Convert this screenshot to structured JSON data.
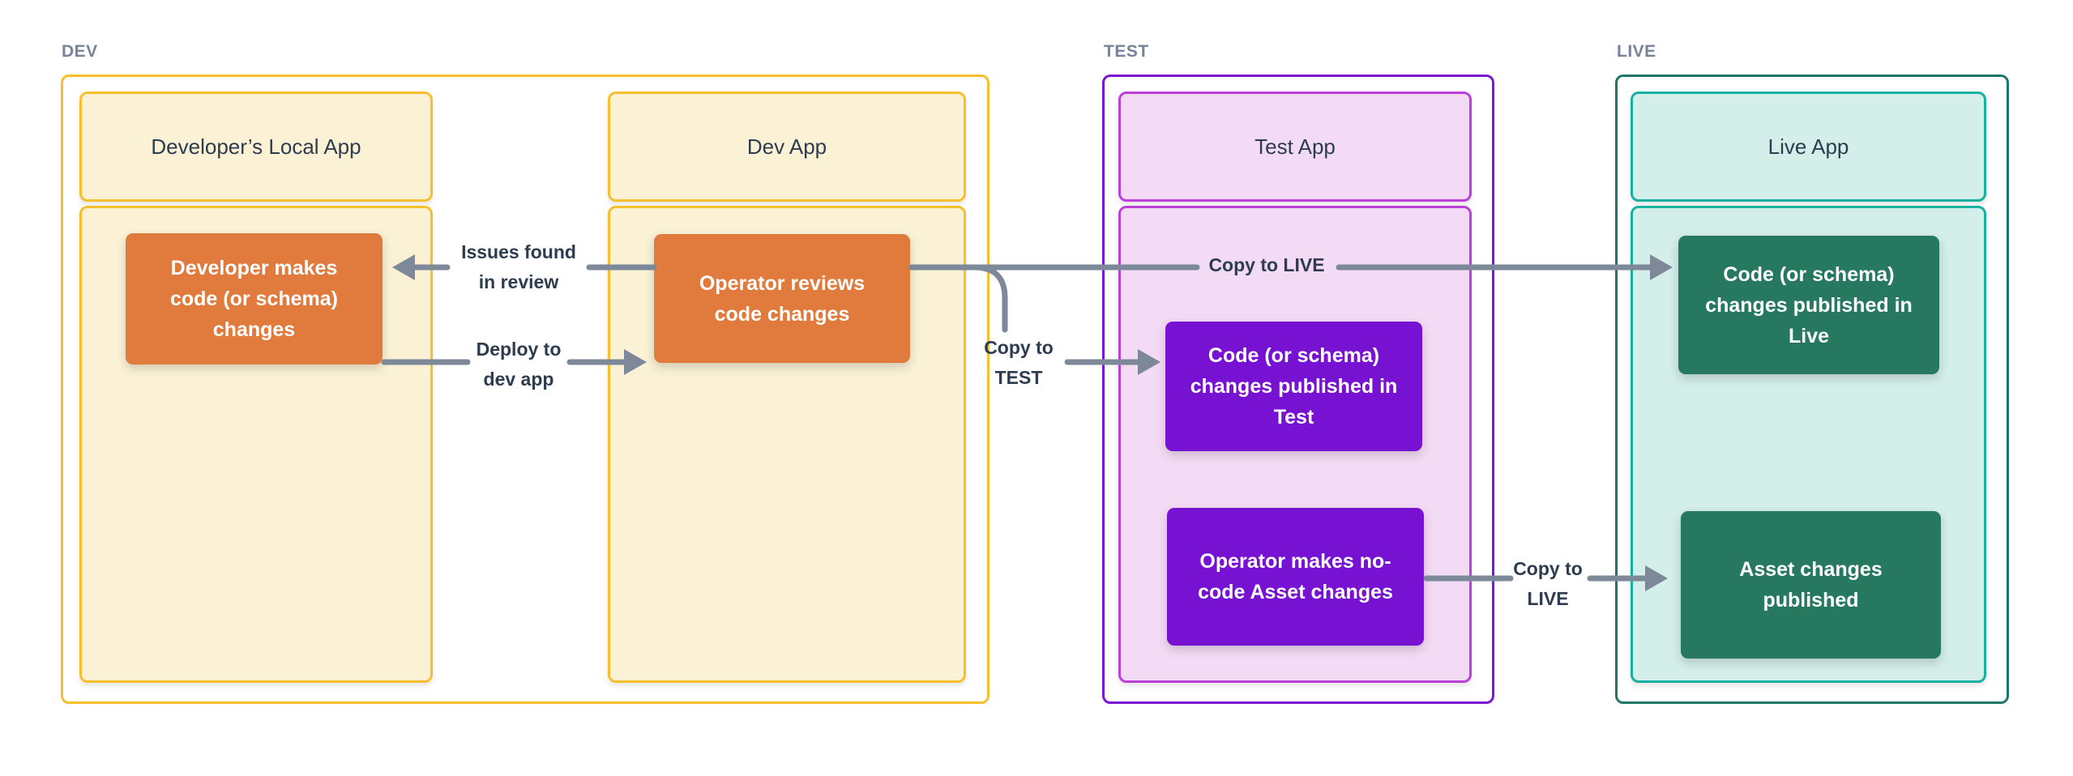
{
  "colors": {
    "yellow": "#F6BF2B",
    "cream": "#FBF2D5",
    "orange": "#E07B3D",
    "purple_group": "#7B16D4",
    "magenta": "#BC3FD9",
    "lavender": "#F4DBF5",
    "violet": "#7712D2",
    "teal_group": "#20756A",
    "teal": "#17B1A2",
    "mint": "#D4EEE9",
    "green": "#26795F",
    "arrow_gray": "#7D8998",
    "text_navy": "#2E3C50",
    "label_gray": "#77839B"
  },
  "groups": {
    "dev": {
      "label": "DEV"
    },
    "test": {
      "label": "TEST"
    },
    "live": {
      "label": "LIVE"
    }
  },
  "containers": {
    "local_app": {
      "title": "Developer’s Local App"
    },
    "dev_app": {
      "title": "Dev App"
    },
    "test_app": {
      "title": "Test App"
    },
    "live_app": {
      "title": "Live App"
    }
  },
  "nodes": {
    "dev_changes": {
      "lines": [
        "Developer makes",
        "code (or schema)",
        "changes"
      ]
    },
    "operator_reviews": {
      "lines": [
        "Operator reviews",
        "code changes"
      ]
    },
    "published_test": {
      "lines": [
        "Code (or schema)",
        "changes published in",
        "Test"
      ]
    },
    "asset_changes": {
      "lines": [
        "Operator makes no-",
        "code Asset changes"
      ]
    },
    "published_live": {
      "lines": [
        "Code (or schema)",
        "changes published in",
        "Live"
      ]
    },
    "asset_published": {
      "lines": [
        "Asset changes",
        "published"
      ]
    }
  },
  "edge_labels": {
    "issues": {
      "lines": [
        "Issues found",
        "in review"
      ]
    },
    "deploy": {
      "lines": [
        "Deploy to",
        "dev app"
      ]
    },
    "copy_test": {
      "lines": [
        "Copy to",
        "TEST"
      ]
    },
    "copy_live": {
      "lines": [
        "Copy to LIVE"
      ]
    },
    "copy_live_bottom": {
      "lines": [
        "Copy to",
        "LIVE"
      ]
    }
  }
}
